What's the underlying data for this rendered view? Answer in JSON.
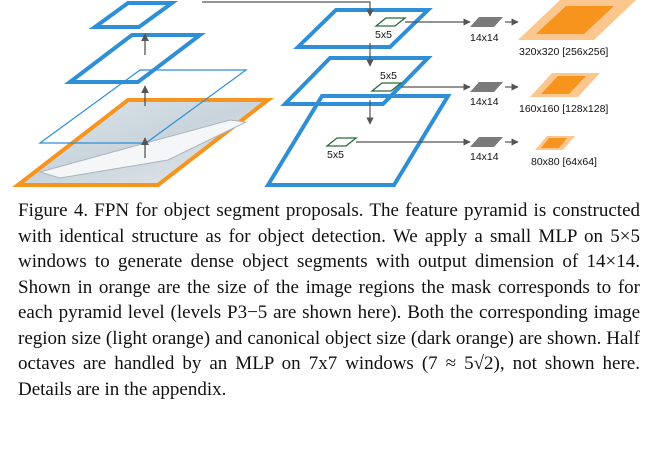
{
  "figure": {
    "windows": [
      {
        "label": "5x5"
      },
      {
        "label": "5x5"
      },
      {
        "label": "5x5"
      }
    ],
    "masks": [
      {
        "label": "14x14"
      },
      {
        "label": "14x14"
      },
      {
        "label": "14x14"
      }
    ],
    "regions": [
      {
        "label": "320x320 [256x256]"
      },
      {
        "label": "160x160 [128x128]"
      },
      {
        "label": "80x80 [64x64]"
      }
    ],
    "colors": {
      "pyramid_blue": "#2f8fd6",
      "thin_blue": "#2f8fd6",
      "window_green": "#2a6a3a",
      "mask_gray": "#7a7a7a",
      "light_orange": "#fbc78f",
      "dark_orange": "#f7941d",
      "image_border_orange": "#f7941d"
    }
  },
  "caption": {
    "label": "Figure 4.",
    "text": "FPN for object segment proposals. The feature pyramid is constructed with identical structure as for object detection. We apply a small MLP on 5×5 windows to generate dense object segments with output dimension of 14×14. Shown in orange are the size of the image regions the mask corresponds to for each pyramid level (levels P3−5 are shown here). Both the corresponding image region size (light orange) and canonical object size (dark orange) are shown. Half octaves are handled by an MLP on 7x7 windows (7 ≈ 5√2), not shown here. Details are in the appendix."
  }
}
